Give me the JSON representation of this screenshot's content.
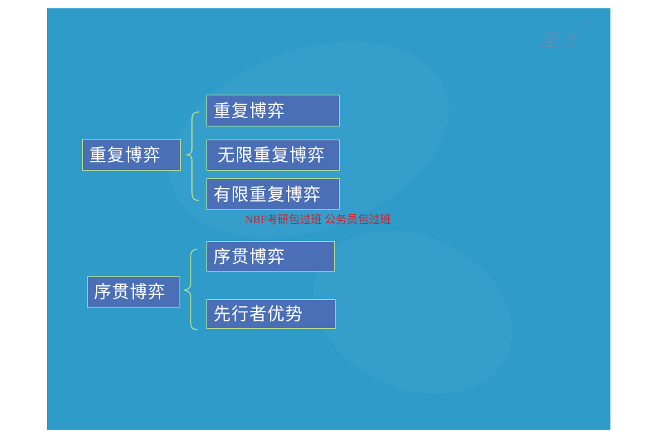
{
  "slide": {
    "background_color": "#2e9bc9",
    "box_fill_color": "#4b6fb6",
    "box_border_color": "#b9e190",
    "logo": {
      "text": "圣才",
      "mark": "®"
    },
    "groups": [
      {
        "parent": "重复博弈",
        "children": [
          "重复博弈",
          "无限重复博弈",
          "有限重复博弈"
        ]
      },
      {
        "parent": "序贯博弈",
        "children": [
          "序贯博弈",
          "先行者优势"
        ]
      }
    ],
    "watermark_text": "NBF考研包过班 公务员包过班",
    "watermark_color": "#d1202a"
  }
}
